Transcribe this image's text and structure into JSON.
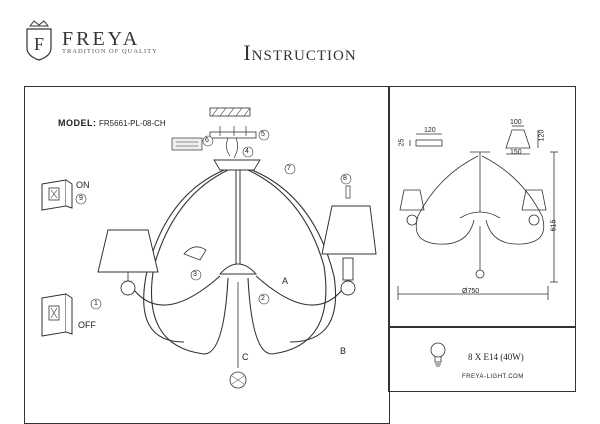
{
  "brand": {
    "name": "FREYA",
    "tagline": "TRADITION OF QUALITY"
  },
  "title": "Instruction",
  "model": {
    "label": "MODEL:",
    "code": "FR5661-PL-08-CH"
  },
  "switch_labels": {
    "on": "ON",
    "off": "OFF"
  },
  "step_numbers": [
    "1",
    "2",
    "3",
    "4",
    "5",
    "6",
    "7",
    "8",
    "9"
  ],
  "part_letters": {
    "a": "A",
    "b": "B",
    "c": "C"
  },
  "dimensions": {
    "top_width": "120",
    "top_height": "25",
    "shade_top": "100",
    "shade_height": "120",
    "shade_bottom": "150",
    "total_height": "615",
    "diameter": "Ø750"
  },
  "spec": "8 X E14 (40W)",
  "website": "FREYA-LIGHT.COM"
}
